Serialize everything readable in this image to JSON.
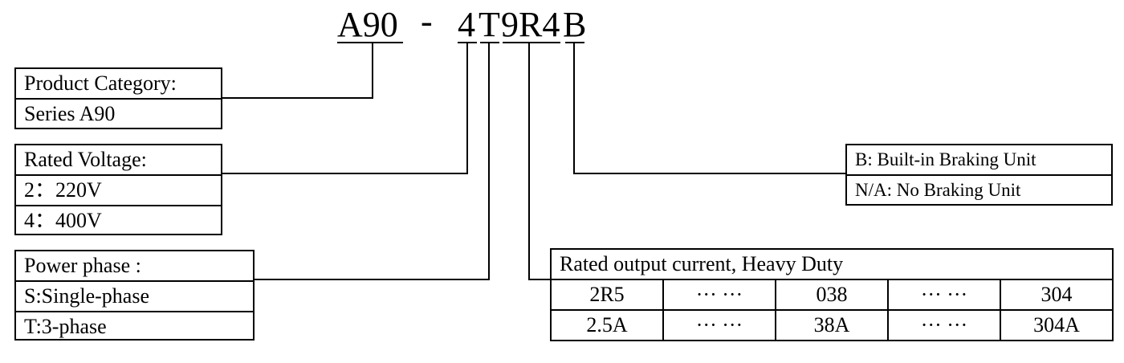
{
  "model_code": {
    "series": "A90",
    "dash": "-",
    "voltage": "4",
    "phase": "T",
    "current": "9R4",
    "brake": "B"
  },
  "product_category": {
    "title": "Product Category:",
    "options": [
      "Series A90"
    ]
  },
  "rated_voltage": {
    "title": " Rated Voltage:",
    "options": [
      "2：220V",
      "4：400V"
    ]
  },
  "power_phase": {
    "title": "Power phase :",
    "options": [
      "S:Single-phase",
      "T:3-phase"
    ]
  },
  "braking": {
    "options": [
      "B: Built-in Braking Unit",
      "N/A: No Braking Unit"
    ]
  },
  "rated_current": {
    "title": "Rated output current, Heavy Duty",
    "codes": [
      "2R5",
      "··· ···",
      "038",
      "··· ···",
      "304"
    ],
    "currents": [
      "2.5A",
      "··· ···",
      "38A",
      "··· ···",
      "304A"
    ]
  }
}
